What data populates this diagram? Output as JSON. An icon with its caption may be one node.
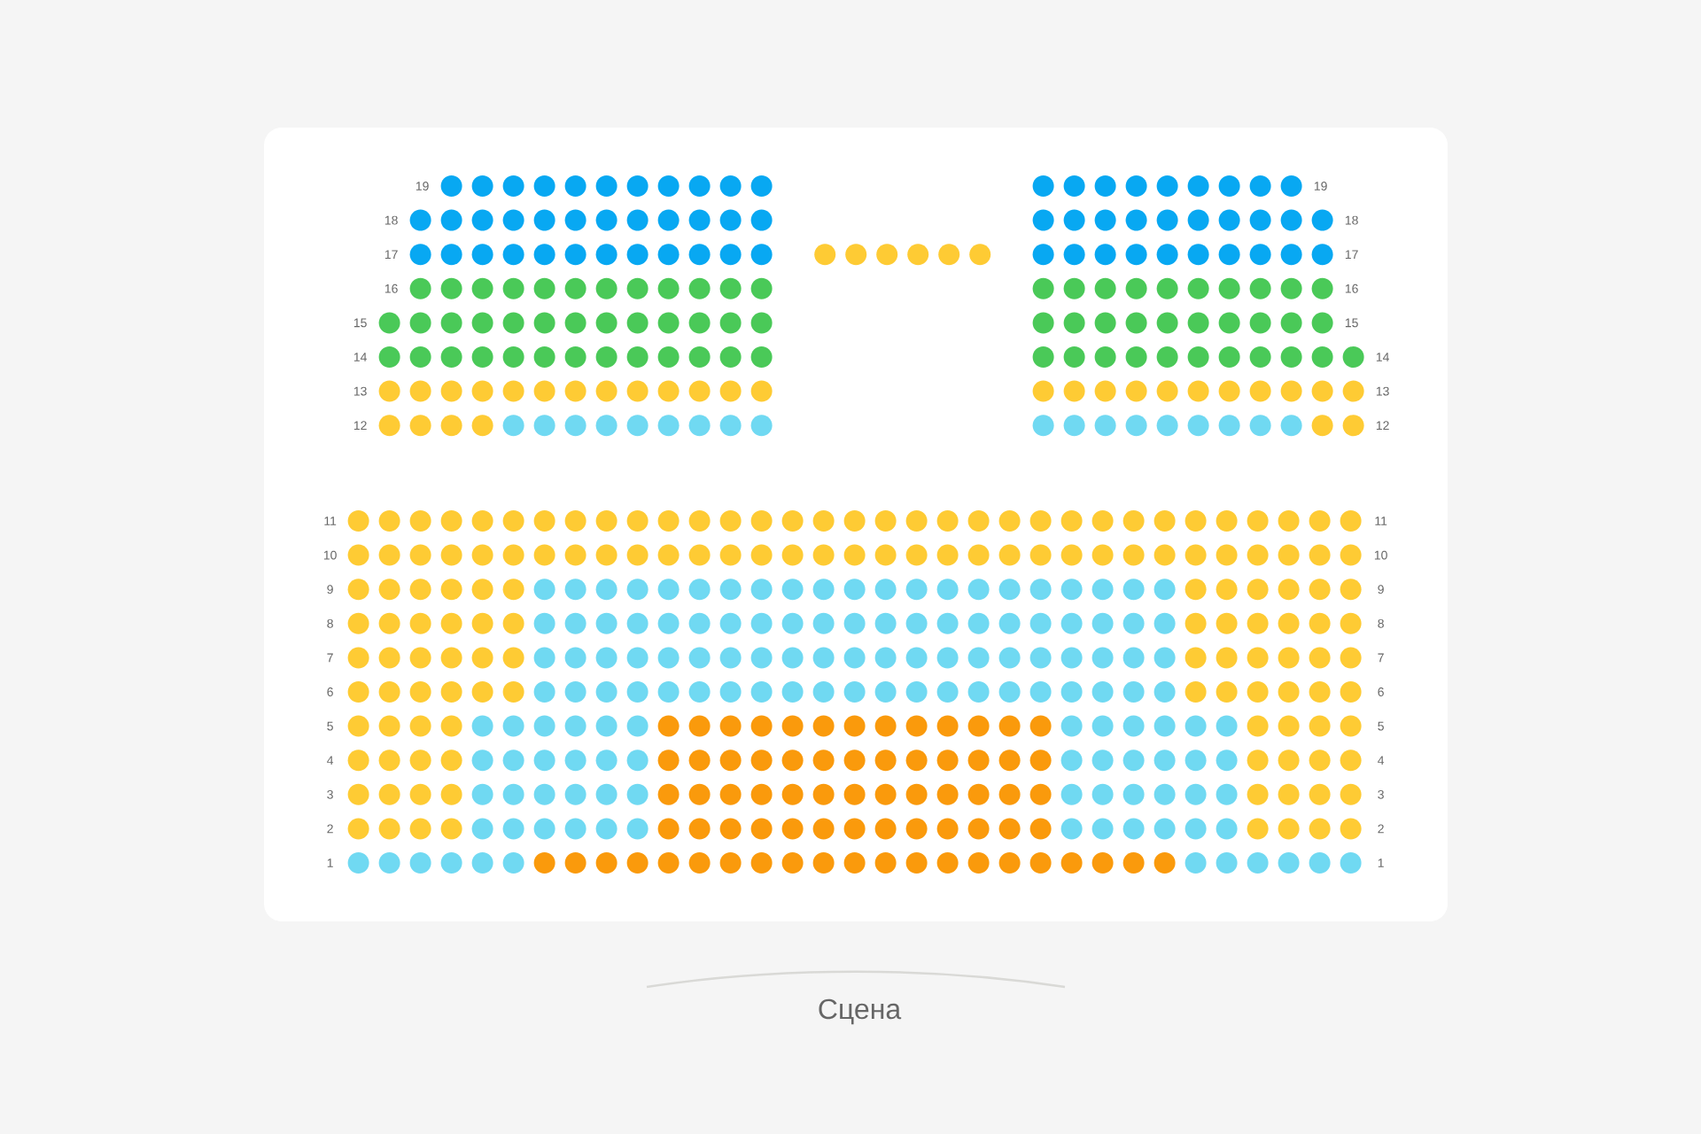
{
  "diagram": {
    "labels": [
      "19",
      "19",
      "18",
      "18",
      "17",
      "17",
      "16",
      "16",
      "15",
      "15",
      "14",
      "14",
      "13",
      "13",
      "12",
      "12",
      "11",
      "11",
      "10",
      "10",
      "9",
      "9",
      "8",
      "8",
      "7",
      "7",
      "6",
      "6",
      "5",
      "5",
      "4",
      "4",
      "3",
      "3",
      "2",
      "2",
      "1",
      "1",
      "Сцена"
    ]
  }
}
